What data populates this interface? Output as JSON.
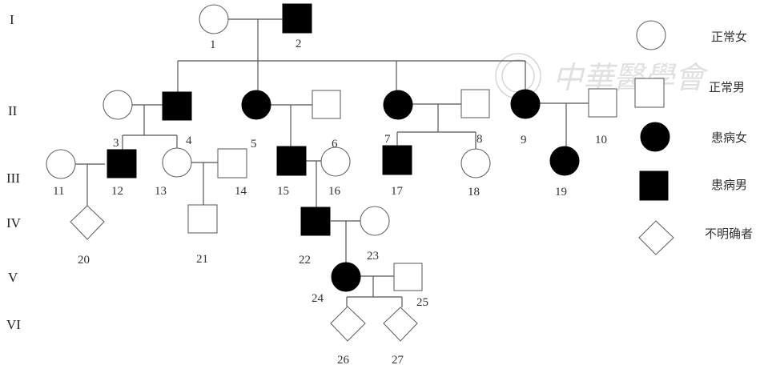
{
  "diagram": {
    "type": "pedigree",
    "generations": [
      "I",
      "II",
      "III",
      "IV",
      "V",
      "VI"
    ],
    "individuals": [
      {
        "id": "1",
        "sex": "female",
        "affected": false,
        "generation": "I"
      },
      {
        "id": "2",
        "sex": "male",
        "affected": true,
        "generation": "I"
      },
      {
        "id": "II-spouse-a",
        "sex": "female",
        "affected": false,
        "generation": "II"
      },
      {
        "id": "II-son-a",
        "sex": "male",
        "affected": true,
        "generation": "II"
      },
      {
        "id": "II-dau-b",
        "sex": "female",
        "affected": true,
        "generation": "II"
      },
      {
        "id": "II-spouse-b",
        "sex": "male",
        "affected": false,
        "generation": "II"
      },
      {
        "id": "II-dau-c",
        "sex": "female",
        "affected": true,
        "generation": "II"
      },
      {
        "id": "II-spouse-c",
        "sex": "male",
        "affected": false,
        "generation": "II"
      },
      {
        "id": "II-dau-d",
        "sex": "female",
        "affected": true,
        "generation": "II"
      },
      {
        "id": "II-spouse-d",
        "sex": "male",
        "affected": false,
        "generation": "II"
      },
      {
        "id": "11",
        "sex": "female",
        "affected": false,
        "generation": "III"
      },
      {
        "id": "12",
        "sex": "male",
        "affected": true,
        "generation": "III"
      },
      {
        "id": "13",
        "sex": "female",
        "affected": false,
        "generation": "III"
      },
      {
        "id": "14",
        "sex": "male",
        "affected": false,
        "generation": "III"
      },
      {
        "id": "15",
        "sex": "male",
        "affected": true,
        "generation": "III"
      },
      {
        "id": "16",
        "sex": "female",
        "affected": false,
        "generation": "III"
      },
      {
        "id": "17",
        "sex": "male",
        "affected": true,
        "generation": "III"
      },
      {
        "id": "18",
        "sex": "female",
        "affected": false,
        "generation": "III"
      },
      {
        "id": "19",
        "sex": "female",
        "affected": true,
        "generation": "III"
      },
      {
        "id": "20",
        "sex": "unknown",
        "affected": false,
        "generation": "IV"
      },
      {
        "id": "21",
        "sex": "male",
        "affected": false,
        "generation": "IV"
      },
      {
        "id": "22",
        "sex": "male",
        "affected": true,
        "generation": "IV"
      },
      {
        "id": "23",
        "sex": "female",
        "affected": false,
        "generation": "IV"
      },
      {
        "id": "24",
        "sex": "female",
        "affected": true,
        "generation": "V"
      },
      {
        "id": "25",
        "sex": "male",
        "affected": false,
        "generation": "V"
      },
      {
        "id": "26",
        "sex": "unknown",
        "affected": false,
        "generation": "VI"
      },
      {
        "id": "27",
        "sex": "unknown",
        "affected": false,
        "generation": "VI"
      }
    ],
    "number_labels": [
      "1",
      "2",
      "3",
      "4",
      "5",
      "6",
      "7",
      "8",
      "9",
      "10",
      "11",
      "12",
      "13",
      "14",
      "15",
      "16",
      "17",
      "18",
      "19",
      "20",
      "21",
      "22",
      "23",
      "24",
      "25",
      "26",
      "27"
    ]
  },
  "legend": {
    "items": [
      {
        "symbol": "open-circle",
        "label": "正常女"
      },
      {
        "symbol": "open-square",
        "label": "正常男"
      },
      {
        "symbol": "filled-circle",
        "label": "患病女"
      },
      {
        "symbol": "filled-square",
        "label": "患病男"
      },
      {
        "symbol": "open-diamond",
        "label": "不明确者"
      }
    ]
  },
  "watermark": {
    "text": "中華醫學會"
  }
}
